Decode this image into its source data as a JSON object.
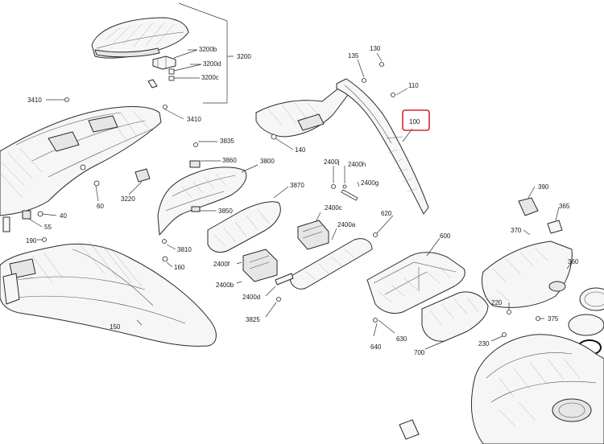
{
  "labels": {
    "l3200": "3200",
    "l3200b": "3200b",
    "l3200d": "3200d",
    "l3200c": "3200c",
    "l3410a": "3410",
    "l3410b": "3410",
    "l3835": "3835",
    "l3860": "3860",
    "l3800": "3800",
    "l3870": "3870",
    "l3850": "3850",
    "l3810": "3810",
    "l3825": "3825",
    "l3220": "3220",
    "l60": "60",
    "l40": "40",
    "l55": "55",
    "l190": "190",
    "l160": "160",
    "l150": "150",
    "l135": "135",
    "l130": "130",
    "l110": "110",
    "l100": "100",
    "l140": "140",
    "l2400j": "2400j",
    "l2400h": "2400h",
    "l2400g": "2400g",
    "l2400c": "2400c",
    "l2400a": "2400a",
    "l2400f": "2400f",
    "l2400b": "2400b",
    "l2400d": "2400d",
    "l620": "620",
    "l600": "600",
    "l630": "630",
    "l640": "640",
    "l700": "700",
    "l390": "390",
    "l365": "365",
    "l370": "370",
    "l360": "360",
    "l220": "220",
    "l375": "375",
    "l230": "230"
  },
  "highlight": {
    "part": "100",
    "color": "#cc2b2b"
  }
}
